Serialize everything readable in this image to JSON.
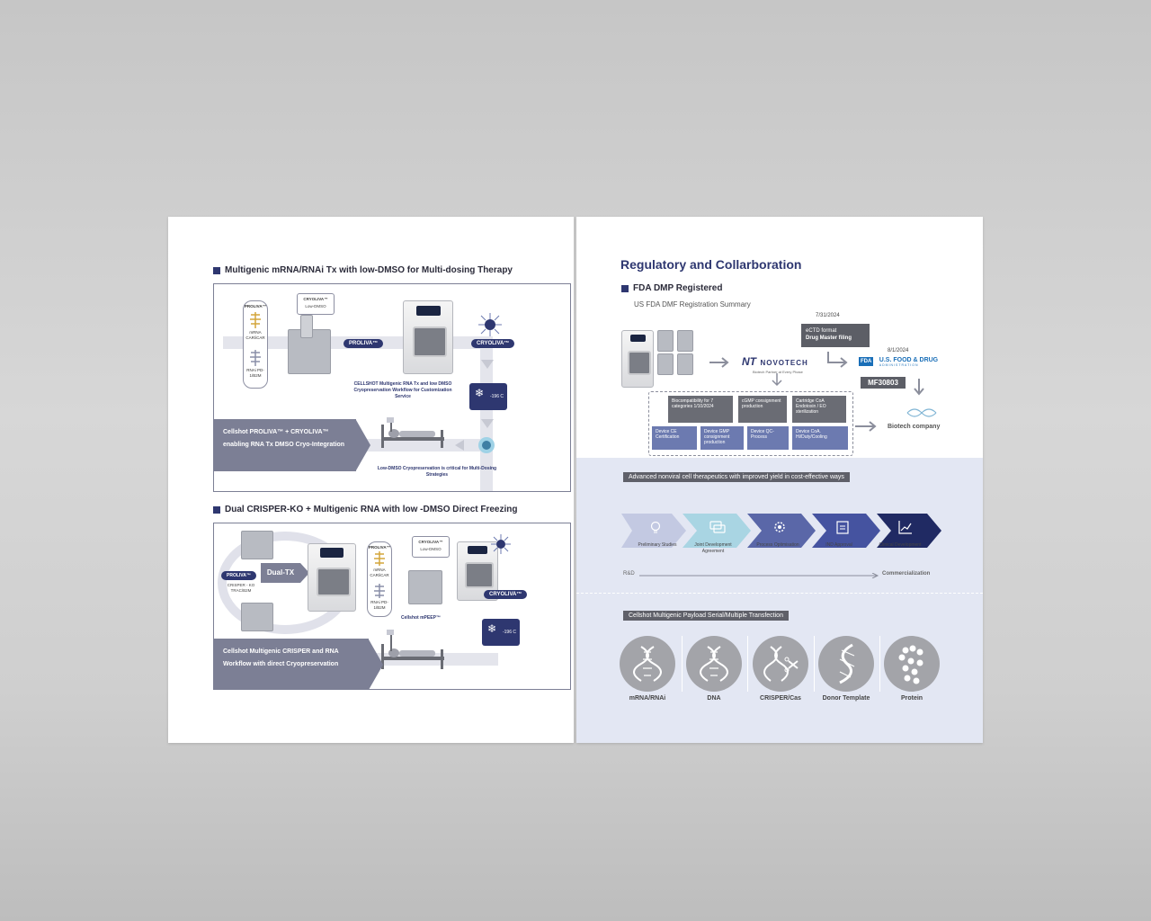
{
  "left": {
    "section1": {
      "title": "Multigenic mRNA/RNAi Tx with low-DMSO for Multi-dosing Therapy",
      "vial_header": "PROLIVA™",
      "vial_top_label": "mRNA CAR/iCAR",
      "vial_bottom_label": "RNAi PD-1/B2M",
      "cryo_small_title": "CRYOLIVA™",
      "cryo_small_sub": "Low-DMSO",
      "pill_proliva": "PROLIVA™",
      "pill_cryoliva": "CRYOLIVA™",
      "note_workflow": "CELLSHOT Multigenic RNA Tx and low DMSO Cryopreservation Workflow for Customization Service",
      "freezer_temp": "-196 C",
      "callout": "Cellshot PROLIVA™ + CRYOLIVA™ enabling RNA Tx DMSO Cryo-Integration",
      "note_lowdmso": "Low-DMSO Cryopreservation is critical for Multi-Dosing Strategies"
    },
    "section2": {
      "title": "Dual CRISPER-KO + Multigenic RNA with low -DMSO Direct Freezing",
      "left_tag": "PROLIVA™",
      "left_tag_sub": "CRISPER - KO TRAC/B2M",
      "dual_tx": "Dual-TX",
      "vial_header": "PROLIVA™",
      "vial_top_label": "mRNA CAR/iCAR",
      "vial_bottom_label": "RNAi PD-1/B2M",
      "cryo_small_title": "CRYOLIVA™",
      "cryo_small_sub": "Low-DMSO",
      "device_label": "Cellshot mPEEP™",
      "pill_cryoliva": "CRYOLIVA™",
      "freezer_temp": "-196 C",
      "callout": "Cellshot Multigenic CRISPER and RNA Workflow with direct Cryopreservation"
    }
  },
  "right": {
    "heading": "Regulatory and Collarboration",
    "fda_title": "FDA DMP Registered",
    "fda_sub": "US FDA DMF Registration Summary",
    "date1": "7/31/2024",
    "ectd_line1": "eCTD format",
    "ectd_line2": "Drug Master filing",
    "date2": "8/1/2024",
    "novotech": "NOVOTECH",
    "novotech_tag": "Biotech Partner at Every Phase",
    "fda_logo": "FDA",
    "fda_name": "U.S. FOOD & DRUG",
    "fda_admin": "ADMINISTRATION",
    "mf_number": "MF30803",
    "boxes_gray": [
      "Biocompatibility for 7 categories 1/10/2024",
      "cGMP consignment production",
      "Cartridge CoA Endotoxin / EO sterilization"
    ],
    "boxes_blue": [
      "Device CE Certification",
      "Device GMP consignment production",
      "Device QC-Process",
      "Device CoA. Hi/Duty/Cooling"
    ],
    "biotech": "Biotech company",
    "pipeline_title": "Advanced nonviral cell therapeutics with improved yield in cost-effective ways",
    "pipeline_steps": [
      "Preliminary Studies",
      "Joint Development Agreement",
      "Process Optimisation",
      "IND Approval",
      "Clinical Development"
    ],
    "rd_label": "R&D",
    "commercial_label": "Commercialization",
    "payload_title": "Cellshot Multigenic Payload Serial/Multiple Transfection",
    "payloads": [
      "mRNA/RNAi",
      "DNA",
      "CRISPER/Cas",
      "Donor Template",
      "Protein"
    ]
  },
  "colors": {
    "navy": "#2e3770",
    "slate": "#7c7f95",
    "panel_blue": "#e3e7f3",
    "chevrons": [
      "#c3c9e2",
      "#a9d5e3",
      "#5a67a8",
      "#4553a0",
      "#202a63"
    ]
  }
}
